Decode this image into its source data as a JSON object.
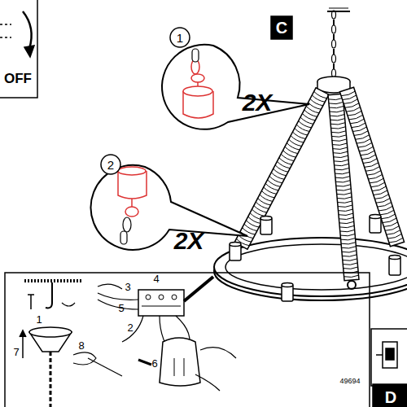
{
  "diagram": {
    "labels": [
      "OFF",
      "C",
      "1",
      "2X",
      "2",
      "2X",
      "1",
      "3",
      "4",
      "5",
      "2",
      "6",
      "7",
      "8",
      "49694",
      "D"
    ]
  }
}
